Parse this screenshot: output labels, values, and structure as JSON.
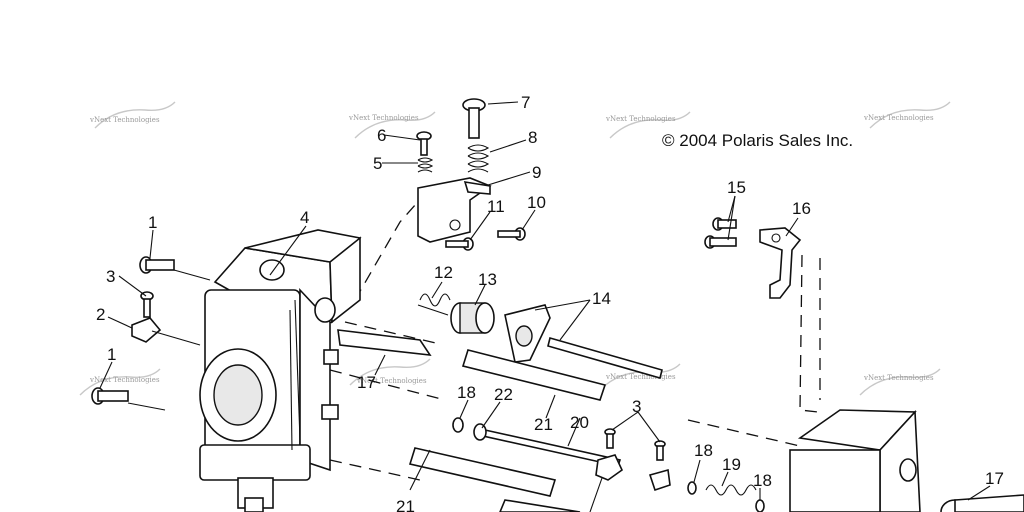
{
  "copyright": "© 2004 Polaris Sales Inc.",
  "watermark_text": "vNext Technologies",
  "callouts": [
    "1",
    "2",
    "3",
    "4",
    "5",
    "6",
    "7",
    "8",
    "9",
    "10",
    "11",
    "12",
    "13",
    "14",
    "15",
    "16",
    "17",
    "18",
    "19",
    "20",
    "21",
    "22"
  ]
}
